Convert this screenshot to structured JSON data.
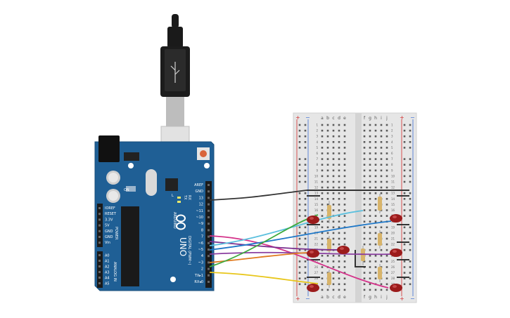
{
  "colors": {
    "board": "#1f5f95",
    "board_edge": "#174d7a",
    "breadboard": "#e6e6e6",
    "rail_red": "#d22b2b",
    "rail_blue": "#3b6fd4",
    "led": "#9b1b1b",
    "resistor": "#d8b46a"
  },
  "arduino": {
    "brand": "ARDUINO",
    "model": "UNO",
    "digital_header": "DIGITAL (PWM~)",
    "power_header": "POWER",
    "analog_header": "ANALOG IN",
    "tx_label": "TX",
    "rx_label": "RX",
    "on_label": "ON",
    "l_label": "L",
    "digital_pins": [
      "AREF",
      "GND",
      "13",
      "12",
      "~11",
      "~10",
      "~9",
      "8",
      "7",
      "~6",
      "~5",
      "4",
      "~3",
      "2",
      "TX▸1",
      "RX◂0"
    ],
    "power_pins": [
      "IOREF",
      "RESET",
      "3.3V",
      "5V",
      "GND",
      "GND",
      "Vin"
    ],
    "analog_pins": [
      "A0",
      "A1",
      "A2",
      "A3",
      "A4",
      "A5"
    ]
  },
  "breadboard": {
    "columns_left": [
      "a",
      "b",
      "c",
      "d",
      "e"
    ],
    "columns_right": [
      "f",
      "g",
      "h",
      "i",
      "j"
    ],
    "plus": "+",
    "minus": "−",
    "rows": [
      "1",
      "2",
      "3",
      "4",
      "5",
      "6",
      "7",
      "8",
      "9",
      "10",
      "11",
      "12",
      "13",
      "14",
      "15",
      "16",
      "17",
      "18",
      "19",
      "20",
      "21",
      "22",
      "23",
      "24",
      "25",
      "26",
      "27",
      "28",
      "29",
      "30"
    ]
  },
  "wires": [
    {
      "name": "gnd-wire",
      "color": "#333333"
    },
    {
      "name": "pin9-wire",
      "color": "#d4338a"
    },
    {
      "name": "pin8-wire",
      "color": "#7a2f8f"
    },
    {
      "name": "pin7-wire",
      "color": "#5bc0de"
    },
    {
      "name": "pin6-wire",
      "color": "#1f78c8"
    },
    {
      "name": "pin5-wire",
      "color": "#8a3fa0"
    },
    {
      "name": "pin4-wire",
      "color": "#e07a1f"
    },
    {
      "name": "pin3-wire",
      "color": "#3daa3d"
    },
    {
      "name": "pin2-wire",
      "color": "#e8c61a"
    }
  ]
}
